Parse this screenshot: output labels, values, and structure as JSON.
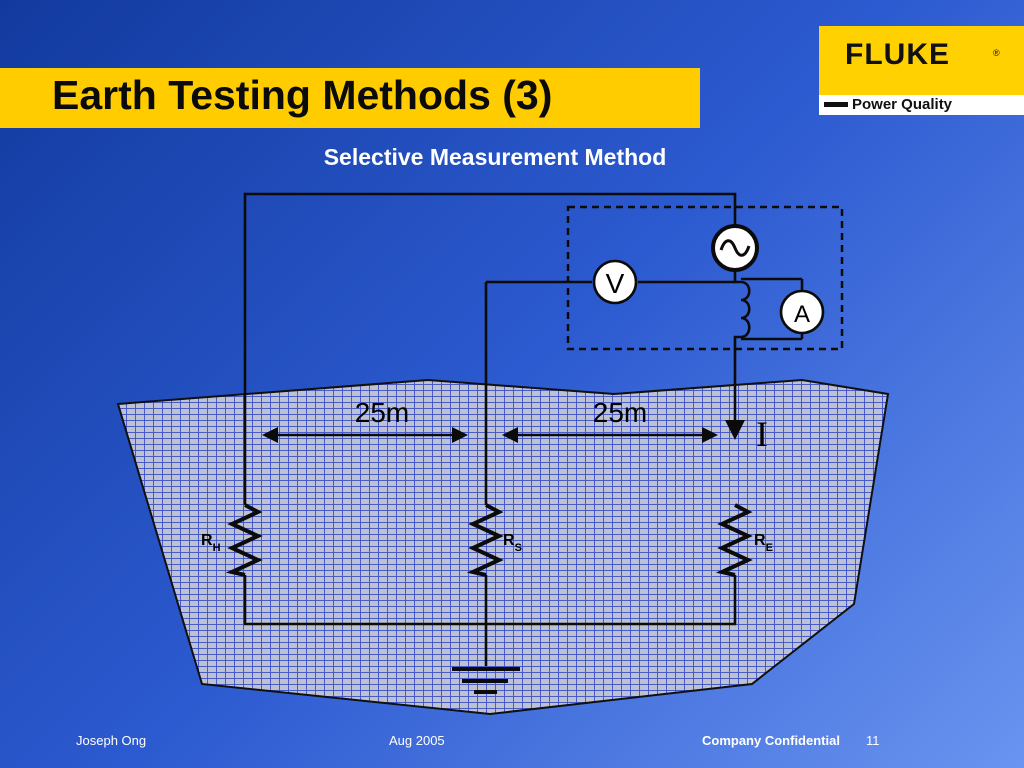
{
  "slide": {
    "title": "Earth Testing Methods (3)",
    "subtitle": "Selective Measurement Method"
  },
  "logo": {
    "brand": "FLUKE",
    "registered": "®",
    "tagline": "Power Quality"
  },
  "diagram": {
    "meter_voltage": "V",
    "meter_current": "A",
    "current_label": "I",
    "distance_left": "25m",
    "distance_right": "25m",
    "resistors": [
      {
        "main": "R",
        "sub": "H"
      },
      {
        "main": "R",
        "sub": "S"
      },
      {
        "main": "R",
        "sub": "E"
      }
    ]
  },
  "footer": {
    "author": "Joseph Ong",
    "date": "Aug 2005",
    "confidentiality": "Company Confidential",
    "page": "11"
  }
}
